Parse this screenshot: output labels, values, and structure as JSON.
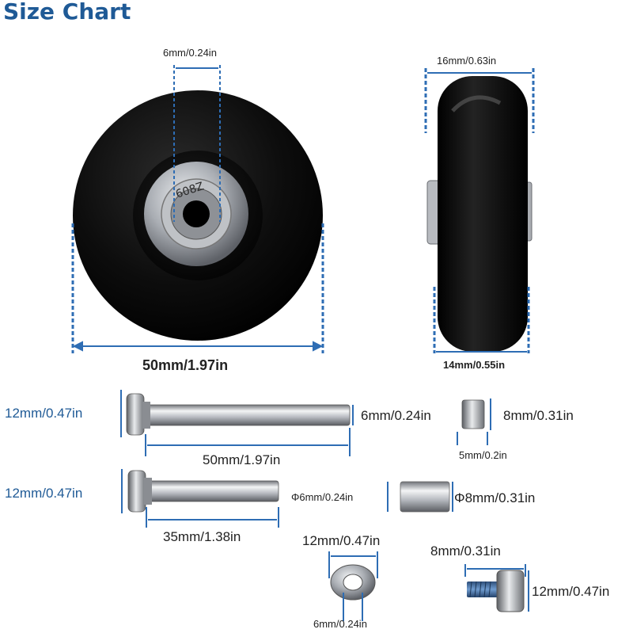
{
  "title": "Size Chart",
  "colors": {
    "accent": "#1f5a96",
    "dimension_line": "#2e6db4",
    "wheel": "#0c0c0c",
    "metal": "#b9bcc1"
  },
  "wheel_front": {
    "bore_label": "6mm/0.24in",
    "bearing_text": "608Z",
    "diameter_label": "50mm/1.97in"
  },
  "wheel_side": {
    "width_top_label": "16mm/0.63in",
    "width_bottom_label": "14mm/0.55in"
  },
  "axle_long": {
    "head_label": "12mm/0.47in",
    "shaft_label": "6mm/0.24in",
    "length_label": "50mm/1.97in"
  },
  "spacer_short": {
    "diameter_label": "8mm/0.31in",
    "length_label": "5mm/0.2in"
  },
  "axle_short": {
    "head_label": "12mm/0.47in",
    "length_label": "35mm/1.38in"
  },
  "sleeve": {
    "inner_label": "Φ6mm/0.24in",
    "outer_label": "Φ8mm/0.31in"
  },
  "washer": {
    "outer_label": "12mm/0.47in",
    "inner_label": "6mm/0.24in"
  },
  "screw": {
    "length_label": "8mm/0.31in",
    "head_label": "12mm/0.47in"
  }
}
